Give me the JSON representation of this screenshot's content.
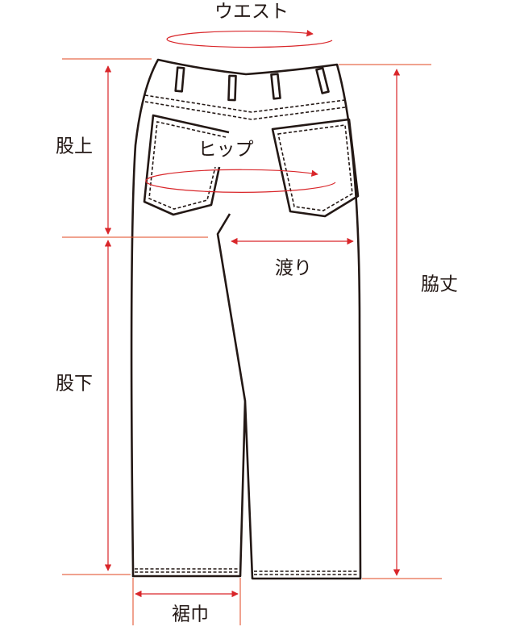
{
  "title": "Pants measurement guide",
  "labels": {
    "waist": "ウエスト",
    "hip": "ヒップ",
    "rise": "股上",
    "thigh": "渡り",
    "outseam": "脇丈",
    "inseam": "股下",
    "hem_width": "裾巾"
  },
  "colors": {
    "outline": "#231815",
    "measure_line": "#e0451f",
    "arrow": "#d9262a"
  }
}
